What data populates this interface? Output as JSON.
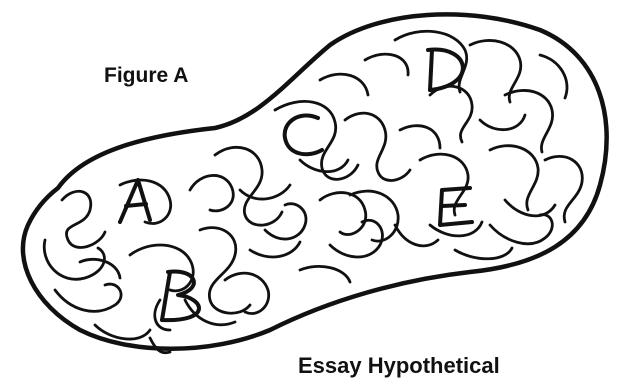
{
  "figure_title": "Figure A",
  "footer_title": "Essay Hypothetical",
  "regions": [
    {
      "label": "A",
      "name": "region-a"
    },
    {
      "label": "B",
      "name": "region-b"
    },
    {
      "label": "C",
      "name": "region-c"
    },
    {
      "label": "D",
      "name": "region-d"
    },
    {
      "label": "E",
      "name": "region-e"
    }
  ]
}
